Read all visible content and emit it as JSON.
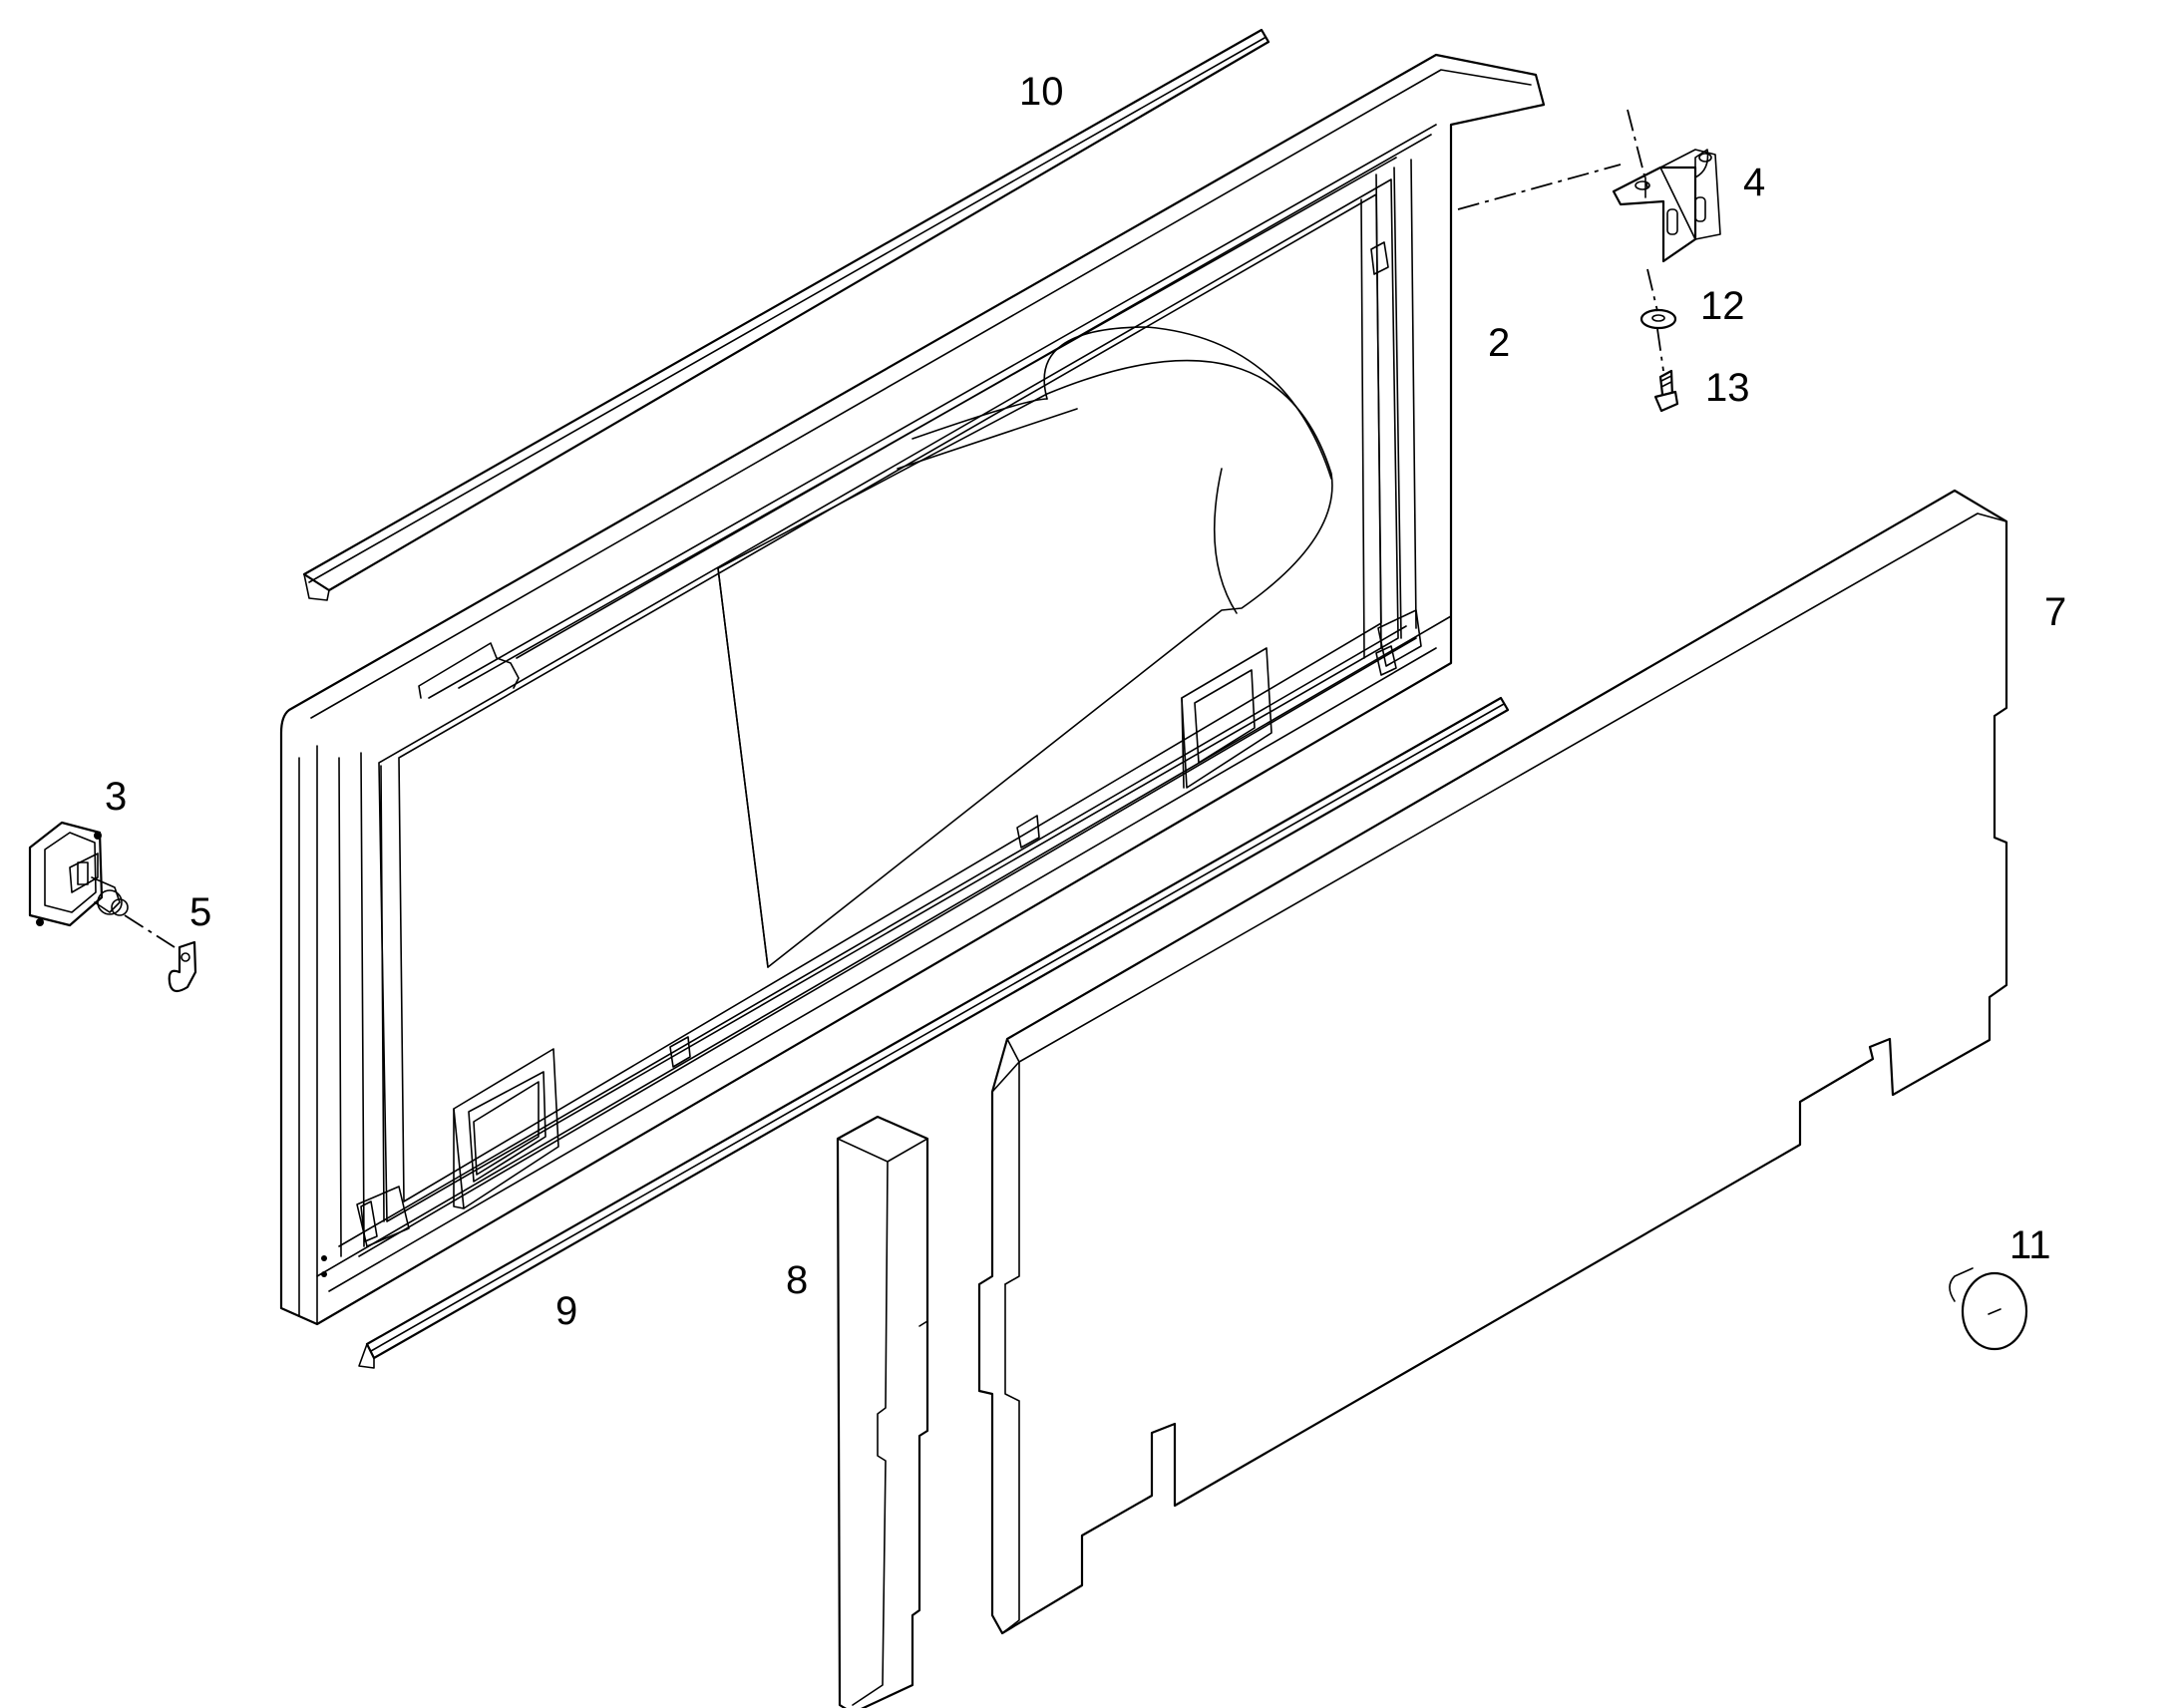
{
  "diagram": {
    "callouts": {
      "p2": "2",
      "p3": "3",
      "p4": "4",
      "p5": "5",
      "p7": "7",
      "p8": "8",
      "p9": "9",
      "p10": "10",
      "p11": "11",
      "p12": "12",
      "p13": "13"
    },
    "colors": {
      "line": "#000000",
      "background": "#ffffff"
    }
  }
}
